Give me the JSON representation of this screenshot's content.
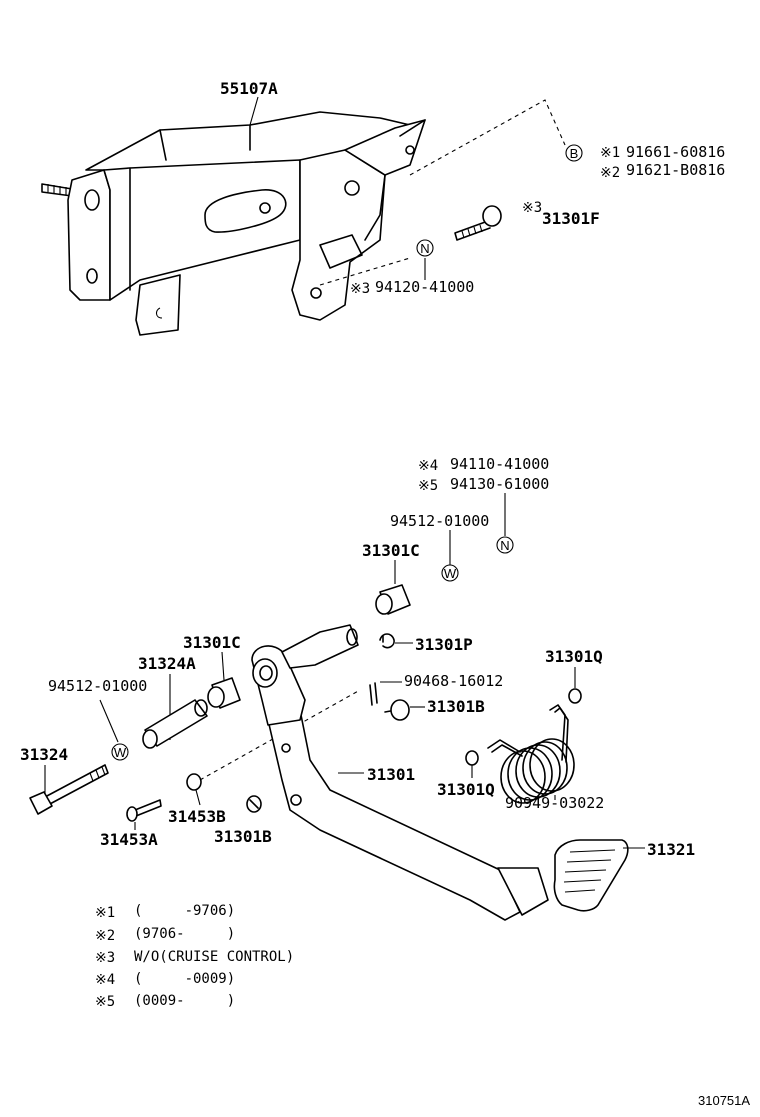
{
  "parts": {
    "p55107A": "55107A",
    "p91661": "91661-60816",
    "p91621": "91621-B0816",
    "p31301F": "31301F",
    "p94120": "94120-41000",
    "p94110": "94110-41000",
    "p94130": "94130-61000",
    "p94512a": "94512-01000",
    "p31301C_a": "31301C",
    "p31301C_b": "31301C",
    "p31301P": "31301P",
    "p31324A": "31324A",
    "p94512b": "94512-01000",
    "p90468": "90468-16012",
    "p31301Q_a": "31301Q",
    "p31301B_a": "31301B",
    "p31324": "31324",
    "p31301": "31301",
    "p31301Q_b": "31301Q",
    "p90949": "90949-03022",
    "p31453B": "31453B",
    "p31301B_b": "31301B",
    "p31453A": "31453A",
    "p31321": "31321"
  },
  "marks": {
    "m1": "※1",
    "m2": "※2",
    "m3a": "※3",
    "m3b": "※3",
    "m4": "※4",
    "m5": "※5",
    "symB": "B",
    "symN1": "N",
    "symN2": "N",
    "symW1": "W",
    "symW2": "W"
  },
  "notes": [
    {
      "mark": "※1",
      "text": "(     -9706)"
    },
    {
      "mark": "※2",
      "text": "(9706-     )"
    },
    {
      "mark": "※3",
      "text": "W/O(CRUISE CONTROL)"
    },
    {
      "mark": "※4",
      "text": "(     -0009)"
    },
    {
      "mark": "※5",
      "text": "(0009-     )"
    }
  ],
  "figure_ref": "310751A"
}
